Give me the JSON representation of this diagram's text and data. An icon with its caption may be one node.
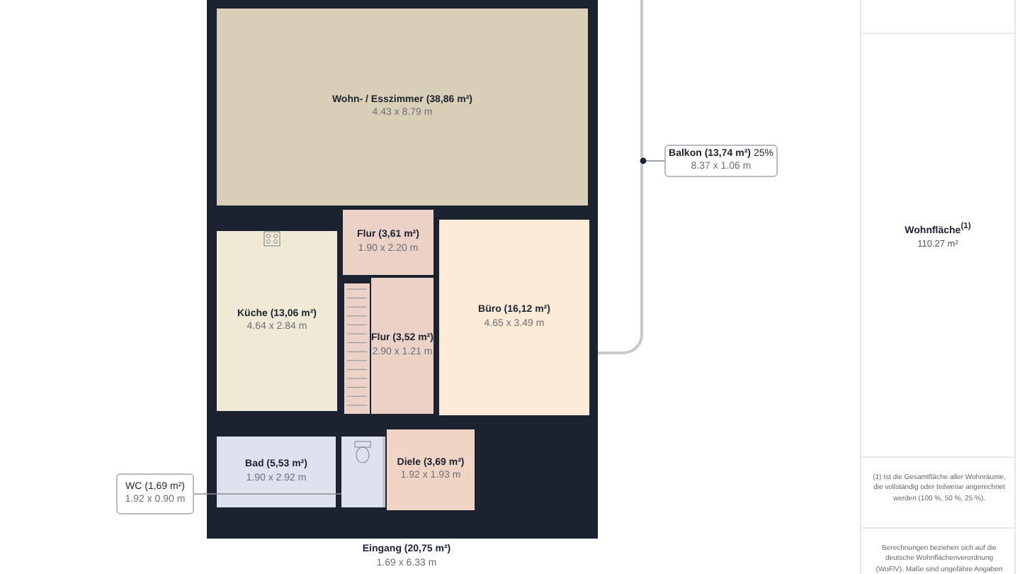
{
  "diagram": {
    "nodes": [
      {
        "text": [
          "Wohn- / Esszimmer (38,86 m²)",
          "4.43 x 8.79 m"
        ]
      },
      {
        "text": [
          "Flur (3,61 m²)",
          "1.90 x 2.20 m"
        ]
      },
      {
        "text": [
          "Küche (13,06 m²)",
          "4.64 x 2.84 m"
        ]
      },
      {
        "text": [
          "Flur (3,52 m²)",
          "2.90 x 1.21 m"
        ]
      },
      {
        "text": [
          "Büro (16,12 m²)",
          "4.65 x 3.49 m"
        ]
      },
      {
        "text": [
          "Bad (5,53 m²)",
          "1.90 x 2.92 m"
        ]
      },
      {
        "text": [
          "Diele (3,69 m²)",
          "1.92 x 1.93 m"
        ]
      },
      {
        "text": [
          "Eingang (20,75 m²)",
          "1.69 x 6.33 m"
        ]
      },
      {
        "text": [
          "WC (1,69 m²)",
          "1.92 x 0.90 m"
        ]
      },
      {
        "text": [],
        "shape": "box"
      },
      {
        "text": [
          "**Balkon (13,74 m²)** 25%",
          "8.37 x 1.06 m"
        ]
      },
      {
        "text": [],
        "shape": "box"
      }
    ],
    "edges": [
      {
        "from": 8,
        "to": 9,
        "arrow": "none"
      },
      {
        "from": 10,
        "to": 11,
        "arrow": "other"
      }
    ],
    "labels": [
      "Wohnfläche$^{(1)}$",
      "110.27 m²",
      "(1) Ist die Gesamtfläche aller Wohnräume, die vollständig oder teilweise angerechnet werden (100 %, 50 %, 25 %).",
      "Berechnungen beziehen sich auf die deutsche Wohnflächenverordnung (WoFlV). Maße sind ungefähre Angaben"
    ]
  }
}
